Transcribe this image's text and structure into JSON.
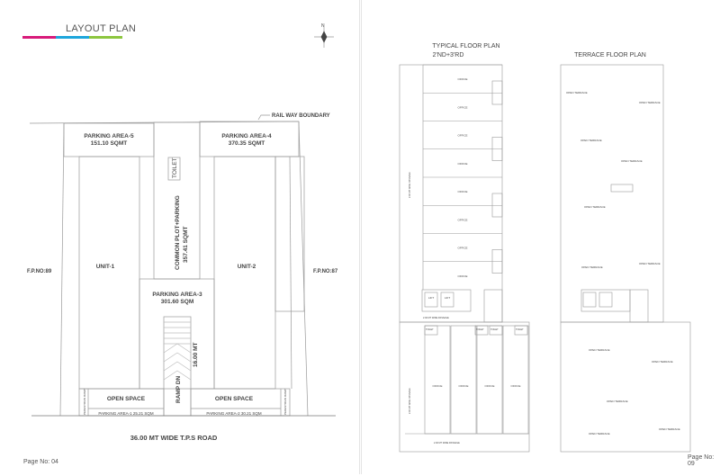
{
  "left_page": {
    "title": "LAYOUT PLAN",
    "brand_colors": [
      "#d81b7a",
      "#1ea6dc",
      "#8dc63f"
    ],
    "compass": {
      "icon": "north-arrow-icon",
      "label": "N"
    },
    "labels": {
      "railway": "RAIL WAY BOUNDARY",
      "parking5": "PARKING AREA-5",
      "parking5_area": "151.10 SQMT",
      "parking4": "PARKING AREA-4",
      "parking4_area": "370.35 SQMT",
      "toilet": "TOILET",
      "common_plot": "COMMON PLOT+PARKING",
      "common_plot_area": "357.41 SQMT",
      "unit1": "UNIT-1",
      "unit2": "UNIT-2",
      "fp89": "F.P.NO:89",
      "fp87": "F.P.NO:87",
      "parking3": "PARKING AREA-3",
      "parking3_area": "301.60 SQM",
      "ramp_length": "16.00 MT",
      "ramp": "RAMP DN",
      "open_space": "OPEN SPACE",
      "parking1": "PARKING AREA-1  25.21 SQM",
      "parking2": "PARKING AREA-2  30.21 SQM",
      "pedestrian_ramp": "PEDESTRIAN RAMP",
      "road": "36.00 MT WIDE T.P.S ROAD"
    },
    "page_no": "Page No: 04"
  },
  "right_page": {
    "typical_title": "TYPICAL FLOOR PLAN",
    "typical_subtitle": "2'ND+3'RD",
    "terrace_title": "TERRACE FLOOR PLAN",
    "office_label": "OFFICE",
    "lift_label": "LIFT",
    "toilet_label": "TOILET",
    "passage_label": "2.00 MT WIDE PASSAGE",
    "open_terrace": "OPEN TERRACE",
    "page_no": "Page No: 09"
  }
}
